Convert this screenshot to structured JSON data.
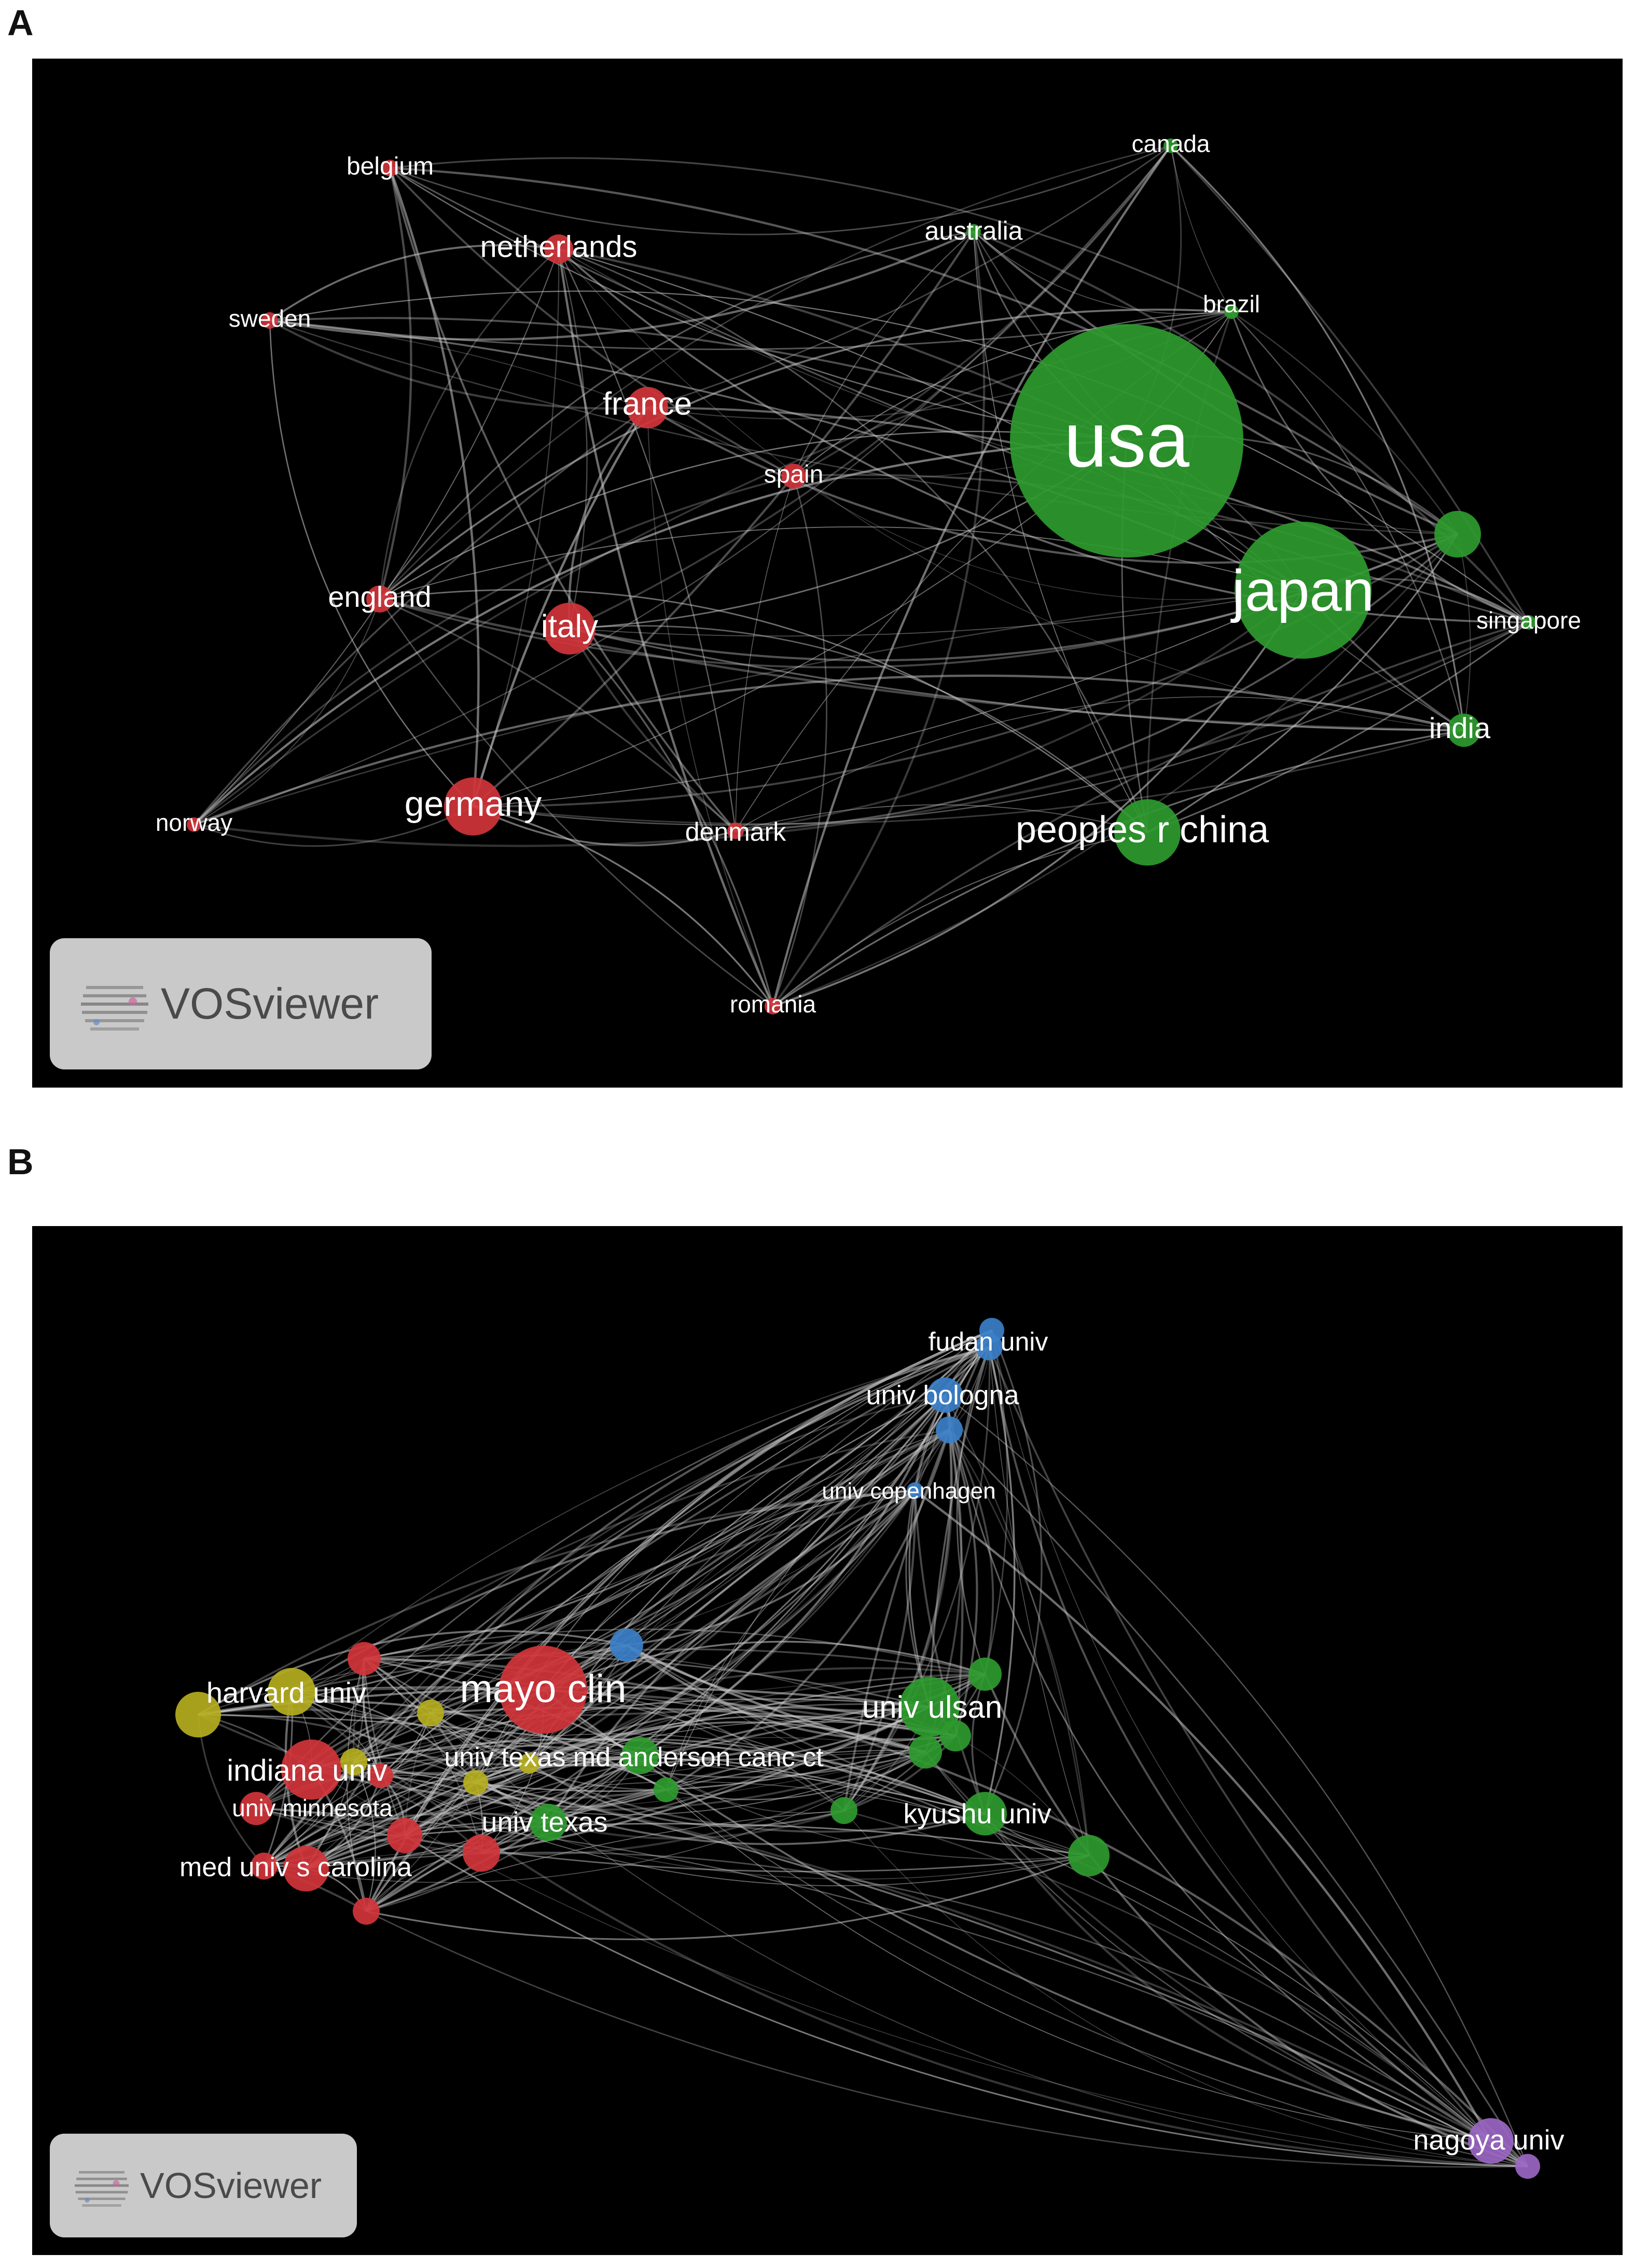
{
  "panels": [
    {
      "id": "A",
      "letter": "A",
      "logo_text": "VOSviewer",
      "colors": {
        "red": "#d0343a",
        "green": "#2e9a2e",
        "edge": "#c8c8c8",
        "background": "#000000"
      },
      "nodes": [
        {
          "id": "usa",
          "label": "usa",
          "cluster": "green",
          "weight": 100
        },
        {
          "id": "japan",
          "label": "japan",
          "cluster": "green",
          "weight": 58
        },
        {
          "id": "china",
          "label": "peoples r china",
          "cluster": "green",
          "weight": 22
        },
        {
          "id": "canada",
          "label": "canada",
          "cluster": "green",
          "weight": 3
        },
        {
          "id": "australia",
          "label": "australia",
          "cluster": "green",
          "weight": 3
        },
        {
          "id": "brazil",
          "label": "brazil",
          "cluster": "green",
          "weight": 3
        },
        {
          "id": "greennode",
          "label": "",
          "cluster": "green",
          "weight": 9
        },
        {
          "id": "singapore",
          "label": "singapore",
          "cluster": "green",
          "weight": 3
        },
        {
          "id": "india",
          "label": "india",
          "cluster": "green",
          "weight": 7
        },
        {
          "id": "belgium",
          "label": "belgium",
          "cluster": "red",
          "weight": 3
        },
        {
          "id": "netherlands",
          "label": "netherlands",
          "cluster": "red",
          "weight": 6
        },
        {
          "id": "sweden",
          "label": "sweden",
          "cluster": "red",
          "weight": 3
        },
        {
          "id": "france",
          "label": "france",
          "cluster": "red",
          "weight": 9
        },
        {
          "id": "spain",
          "label": "spain",
          "cluster": "red",
          "weight": 5
        },
        {
          "id": "england",
          "label": "england",
          "cluster": "red",
          "weight": 5
        },
        {
          "id": "italy",
          "label": "italy",
          "cluster": "red",
          "weight": 14
        },
        {
          "id": "germany",
          "label": "germany",
          "cluster": "red",
          "weight": 18
        },
        {
          "id": "norway",
          "label": "norway",
          "cluster": "red",
          "weight": 3
        },
        {
          "id": "denmark",
          "label": "denmark",
          "cluster": "red",
          "weight": 3
        },
        {
          "id": "romania",
          "label": "romania",
          "cluster": "red",
          "weight": 3
        }
      ]
    },
    {
      "id": "B",
      "letter": "B",
      "logo_text": "VOSviewer",
      "colors": {
        "red": "#d0343a",
        "green": "#2e9a2e",
        "blue": "#3a7fc8",
        "yellow": "#b5ae1e",
        "purple": "#9a66c4",
        "edge": "#c8c8c8",
        "background": "#000000"
      },
      "nodes": [
        {
          "id": "fudan2",
          "label": "",
          "cluster": "blue",
          "weight": 4
        },
        {
          "id": "fudan",
          "label": "fudan univ",
          "cluster": "blue",
          "weight": 5
        },
        {
          "id": "bologna",
          "label": "univ bologna",
          "cluster": "blue",
          "weight": 6
        },
        {
          "id": "blue3",
          "label": "",
          "cluster": "blue",
          "weight": 5
        },
        {
          "id": "copenhagen",
          "label": "univ copenhagen",
          "cluster": "blue",
          "weight": 3
        },
        {
          "id": "blue_mid",
          "label": "",
          "cluster": "blue",
          "weight": 6
        },
        {
          "id": "mayo",
          "label": "mayo clin",
          "cluster": "red",
          "weight": 30
        },
        {
          "id": "harvard",
          "label": "harvard univ",
          "cluster": "yellow",
          "weight": 10
        },
        {
          "id": "yellow1",
          "label": "",
          "cluster": "yellow",
          "weight": 8
        },
        {
          "id": "yellow2",
          "label": "",
          "cluster": "yellow",
          "weight": 4
        },
        {
          "id": "yellow3",
          "label": "",
          "cluster": "yellow",
          "weight": 4
        },
        {
          "id": "yellow4",
          "label": "",
          "cluster": "yellow",
          "weight": 3
        },
        {
          "id": "yellow5",
          "label": "",
          "cluster": "yellow",
          "weight": 3
        },
        {
          "id": "indiana",
          "label": "indiana univ",
          "cluster": "red",
          "weight": 14
        },
        {
          "id": "minnesota",
          "label": "univ minnesota",
          "cluster": "red",
          "weight": 5
        },
        {
          "id": "carolina",
          "label": "med univ s carolina",
          "cluster": "red",
          "weight": 9
        },
        {
          "id": "red1",
          "label": "",
          "cluster": "red",
          "weight": 5
        },
        {
          "id": "red2",
          "label": "",
          "cluster": "red",
          "weight": 5
        },
        {
          "id": "red3",
          "label": "",
          "cluster": "red",
          "weight": 5
        },
        {
          "id": "red4",
          "label": "",
          "cluster": "red",
          "weight": 6
        },
        {
          "id": "red5",
          "label": "",
          "cluster": "red",
          "weight": 4
        },
        {
          "id": "red6",
          "label": "",
          "cluster": "red",
          "weight": 4
        },
        {
          "id": "mdanderson",
          "label": "univ texas md anderson canc ct",
          "cluster": "green",
          "weight": 6
        },
        {
          "id": "texas",
          "label": "univ texas",
          "cluster": "green",
          "weight": 5
        },
        {
          "id": "green_s",
          "label": "",
          "cluster": "green",
          "weight": 3
        },
        {
          "id": "ulsan",
          "label": "univ ulsan",
          "cluster": "green",
          "weight": 12
        },
        {
          "id": "green_a",
          "label": "",
          "cluster": "green",
          "weight": 5
        },
        {
          "id": "green_b",
          "label": "",
          "cluster": "green",
          "weight": 5
        },
        {
          "id": "green_c",
          "label": "",
          "cluster": "green",
          "weight": 5
        },
        {
          "id": "kyushu",
          "label": "kyushu univ",
          "cluster": "green",
          "weight": 8
        },
        {
          "id": "green_d",
          "label": "",
          "cluster": "green",
          "weight": 3
        },
        {
          "id": "green_e",
          "label": "",
          "cluster": "green",
          "weight": 7
        },
        {
          "id": "nagoya",
          "label": "nagoya univ",
          "cluster": "purple",
          "weight": 8
        },
        {
          "id": "purple2",
          "label": "",
          "cluster": "purple",
          "weight": 3
        }
      ]
    }
  ]
}
